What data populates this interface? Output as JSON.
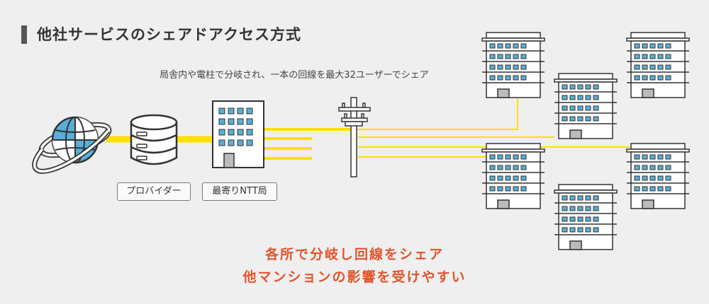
{
  "title": "他社サービスのシェアドアクセス方式",
  "caption": "局舎内や電柱で分岐され、一本の回線を最大32ユーザーでシェア",
  "labels": {
    "provider": "プロバイダー",
    "ntt": "最寄りNTT局"
  },
  "conclusion": {
    "line1": "各所で分岐し回線をシェア",
    "line2": "他マンションの影響を受けやすい"
  },
  "colors": {
    "background": "#efefef",
    "line": "#ffe000",
    "accent": "#e4542a",
    "window": "#5aaed6",
    "outline": "#333333"
  },
  "icons": [
    "globe-icon",
    "server-icon",
    "office-building-icon",
    "utility-pole-icon",
    "apartment-building-icon"
  ]
}
